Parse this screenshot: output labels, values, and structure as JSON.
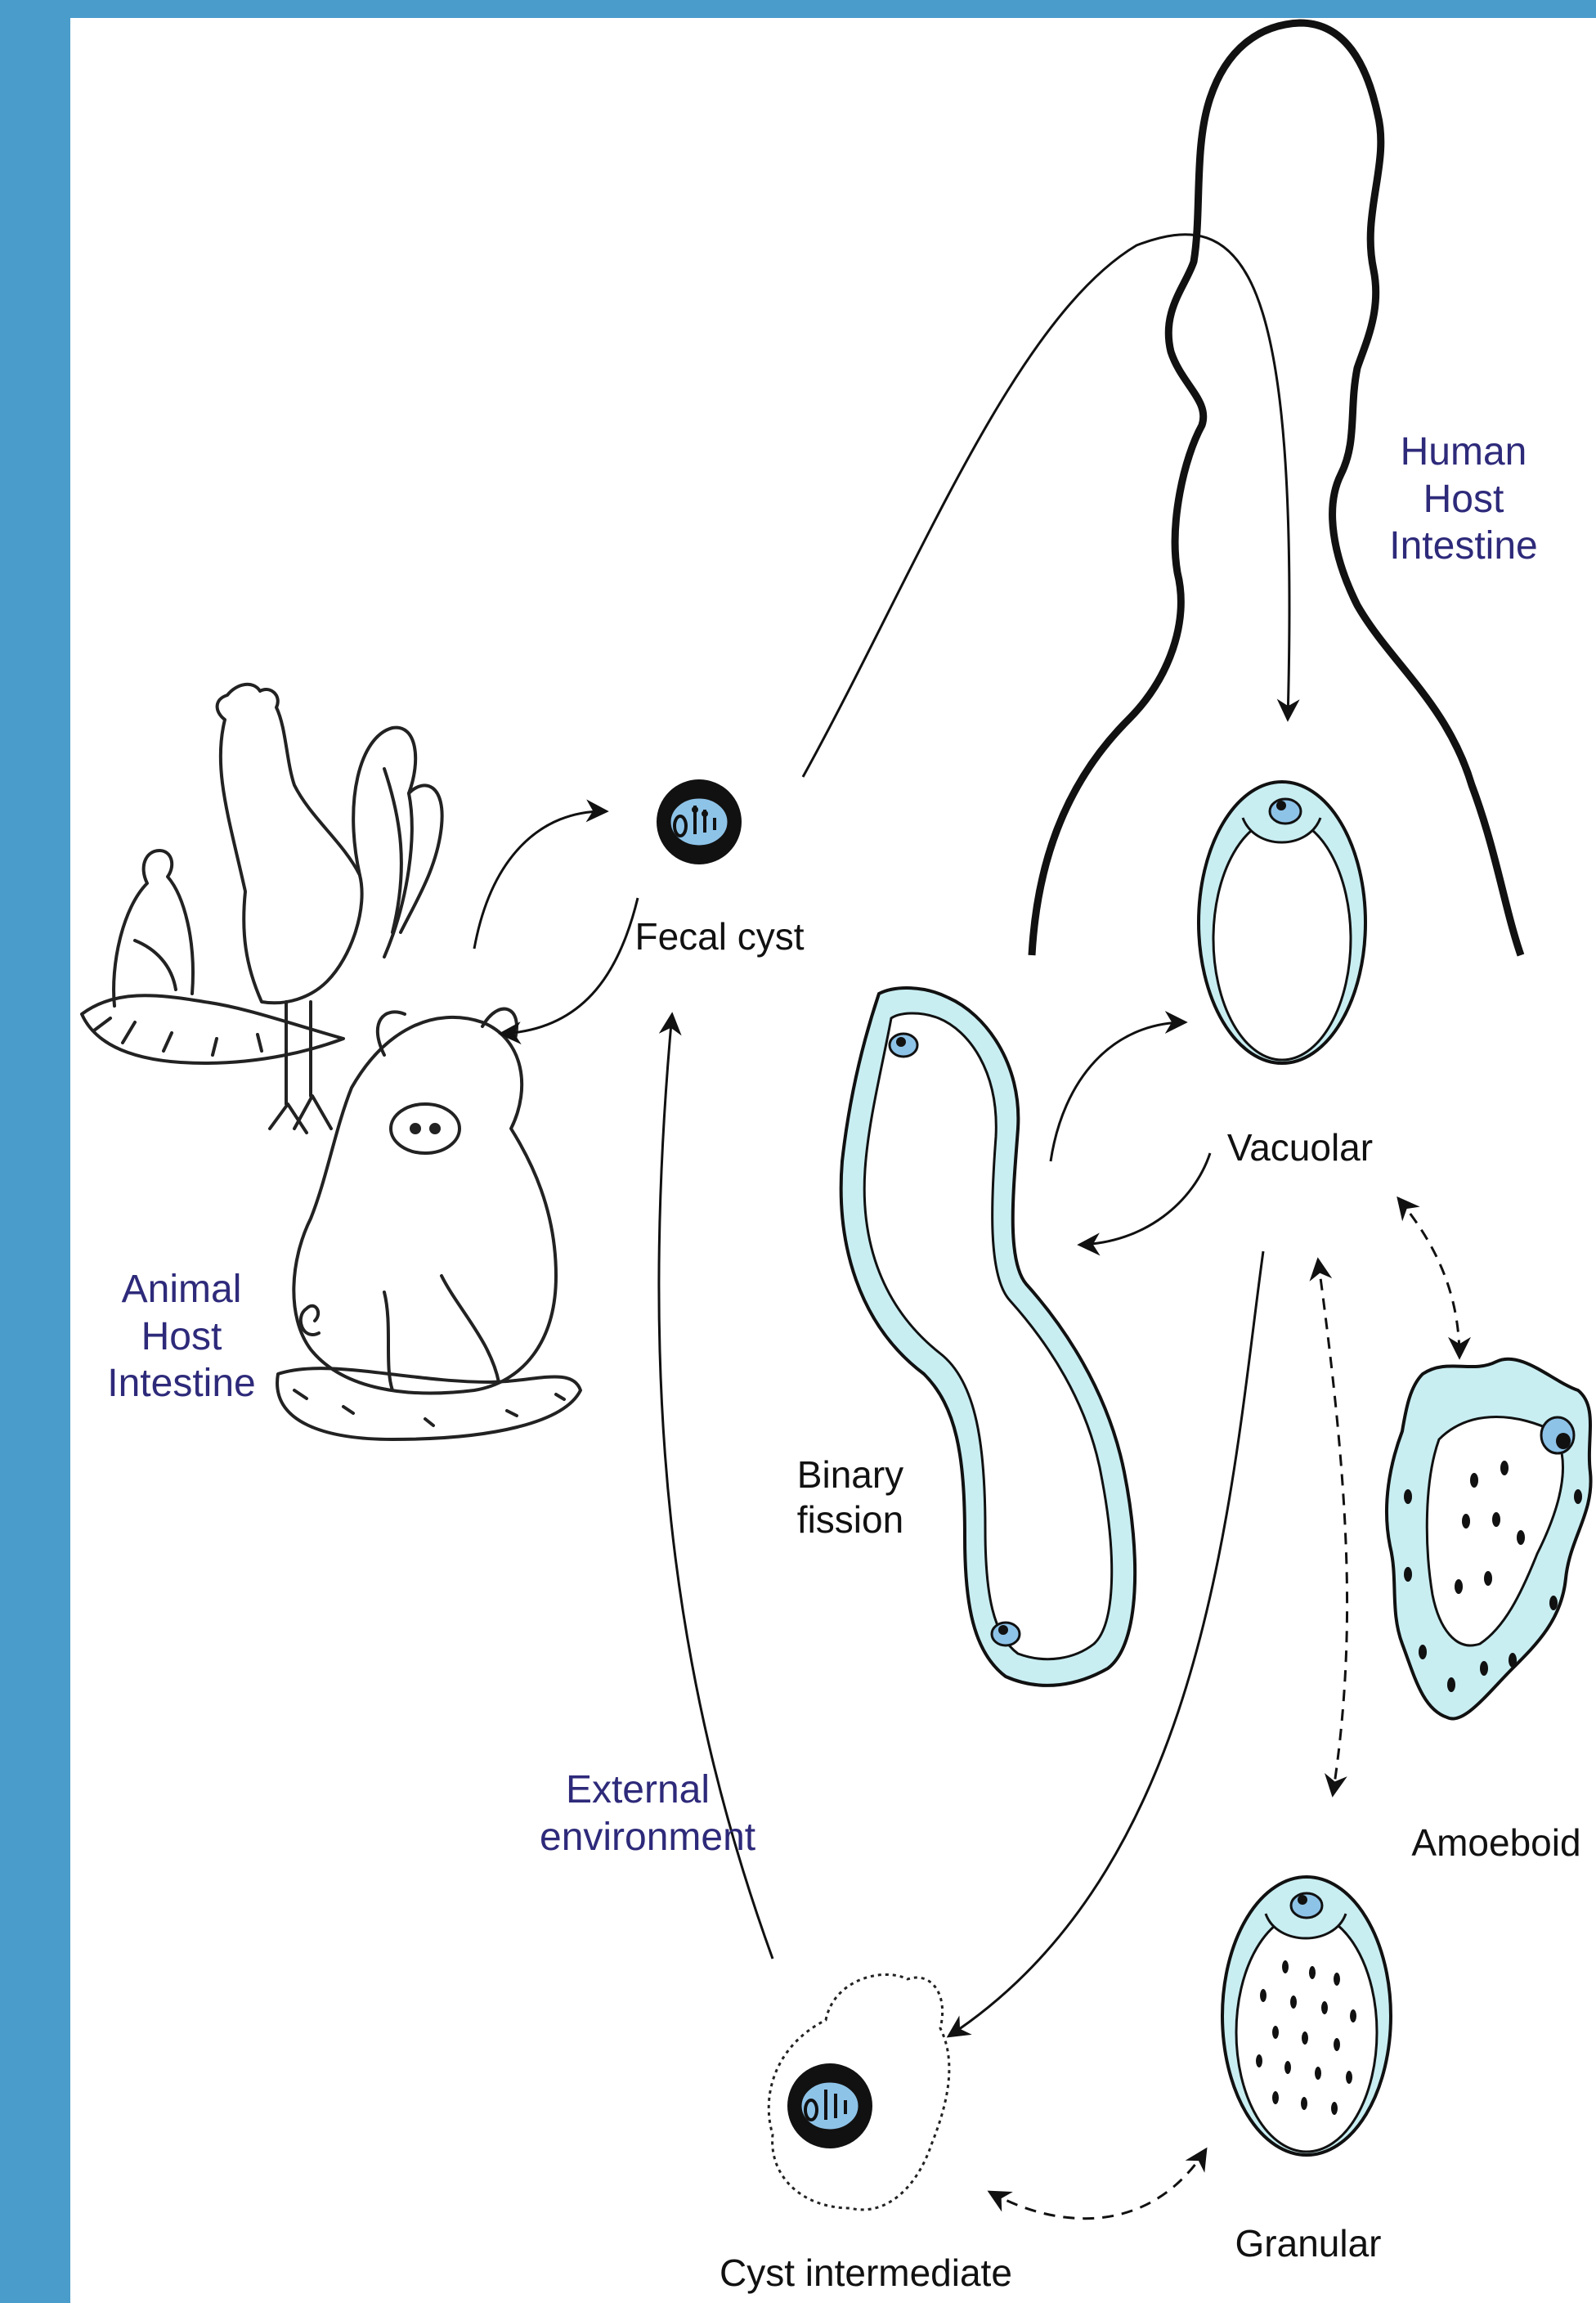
{
  "labels": {
    "human_host": [
      "Human",
      "Host",
      "Intestine"
    ],
    "animal_host": [
      "Animal",
      "Host",
      "Intestine"
    ],
    "fecal_cyst": "Fecal cyst",
    "vacuolar": "Vacuolar",
    "binary_fission": [
      "Binary",
      "fission"
    ],
    "amoeboid": "Amoeboid",
    "granular": "Granular",
    "cyst_intermediate": "Cyst intermediate",
    "external_environment": [
      "External",
      "environment"
    ]
  },
  "colors": {
    "frame": "#4a9ccb",
    "cell_wall": "#c8eef2",
    "nucleus": "#8ec3e8",
    "host_label": "#2e2a7a",
    "outline": "#111111"
  },
  "icons": {
    "human": "human-silhouette-icon",
    "animals": "rooster-hen-pig-icon"
  }
}
